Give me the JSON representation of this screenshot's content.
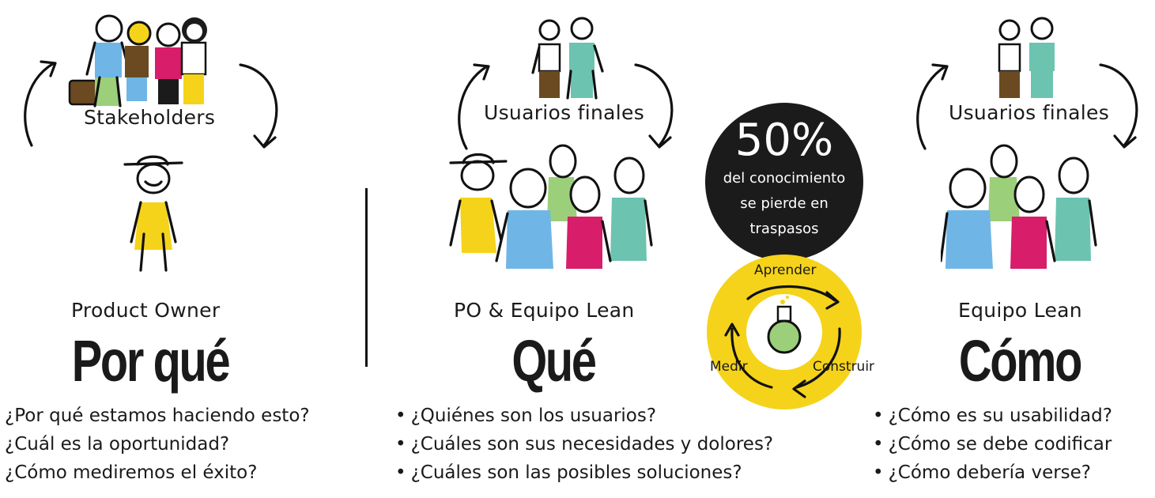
{
  "columns": {
    "why": {
      "group_label": "Stakeholders",
      "role_label": "Product Owner",
      "heading": "Por qué",
      "questions": [
        "¿Por qué estamos haciendo esto?",
        "¿Cuál es la oportunidad?",
        "¿Cómo mediremos el éxito?"
      ]
    },
    "what": {
      "group_label": "Usuarios finales",
      "role_label": "PO & Equipo Lean",
      "heading": "Qué",
      "questions": [
        "¿Quiénes son los usuarios?",
        "¿Cuáles son sus necesidades y dolores?",
        "¿Cuáles son las posibles soluciones?"
      ]
    },
    "how": {
      "group_label": "Usuarios finales",
      "role_label": "Equipo Lean",
      "heading": "Cómo",
      "questions": [
        "¿Cómo es su usabilidad?",
        "¿Cómo se debe codificar",
        "¿Cómo debería verse?"
      ]
    }
  },
  "callout": {
    "percent": "50%",
    "line1": "del conocimiento",
    "line2": "se pierde en",
    "line3": "traspasos"
  },
  "cycle": {
    "learn": "Aprender",
    "measure": "Medir",
    "build": "Construir"
  },
  "colors": {
    "yellow": "#f5d31a",
    "blue": "#6fb6e6",
    "green": "#9ccf7a",
    "pink": "#d81d6a",
    "teal": "#6cc3b0",
    "brown": "#6b4a21",
    "black": "#1b1b1b"
  }
}
